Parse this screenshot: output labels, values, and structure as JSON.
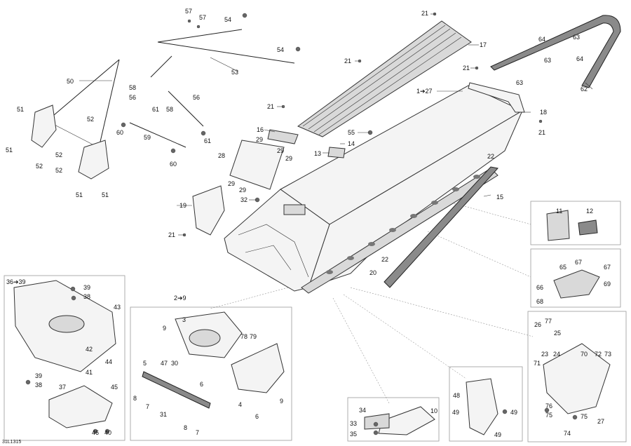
{
  "drawing_ref": "31L1315",
  "callouts": [
    {
      "text": "57"
    },
    {
      "text": "57"
    },
    {
      "text": "54"
    },
    {
      "text": "54"
    },
    {
      "text": "53"
    },
    {
      "text": "50"
    },
    {
      "text": "58"
    },
    {
      "text": "56"
    },
    {
      "text": "56"
    },
    {
      "text": "61"
    },
    {
      "text": "58"
    },
    {
      "text": "60"
    },
    {
      "text": "59"
    },
    {
      "text": "61"
    },
    {
      "text": "60"
    },
    {
      "text": "51"
    },
    {
      "text": "51"
    },
    {
      "text": "52"
    },
    {
      "text": "52"
    },
    {
      "text": "52"
    },
    {
      "text": "52"
    },
    {
      "text": "51"
    },
    {
      "text": "51"
    },
    {
      "text": "21"
    },
    {
      "text": "17"
    },
    {
      "text": "21"
    },
    {
      "text": "1➔27"
    },
    {
      "text": "21"
    },
    {
      "text": "16"
    },
    {
      "text": "55"
    },
    {
      "text": "14"
    },
    {
      "text": "13"
    },
    {
      "text": "28"
    },
    {
      "text": "29"
    },
    {
      "text": "29"
    },
    {
      "text": "29"
    },
    {
      "text": "29"
    },
    {
      "text": "29"
    },
    {
      "text": "32"
    },
    {
      "text": "19"
    },
    {
      "text": "21"
    },
    {
      "text": "64"
    },
    {
      "text": "63"
    },
    {
      "text": "63"
    },
    {
      "text": "64"
    },
    {
      "text": "21"
    },
    {
      "text": "63"
    },
    {
      "text": "62"
    },
    {
      "text": "18"
    },
    {
      "text": "21"
    },
    {
      "text": "22"
    },
    {
      "text": "15"
    },
    {
      "text": "22"
    },
    {
      "text": "20"
    },
    {
      "text": "11"
    },
    {
      "text": "12"
    },
    {
      "text": "65"
    },
    {
      "text": "67"
    },
    {
      "text": "67"
    },
    {
      "text": "66"
    },
    {
      "text": "69"
    },
    {
      "text": "68"
    },
    {
      "text": "36➔39"
    },
    {
      "text": "39"
    },
    {
      "text": "38"
    },
    {
      "text": "43"
    },
    {
      "text": "42"
    },
    {
      "text": "41"
    },
    {
      "text": "44"
    },
    {
      "text": "39"
    },
    {
      "text": "38"
    },
    {
      "text": "37"
    },
    {
      "text": "45"
    },
    {
      "text": "46"
    },
    {
      "text": "40"
    },
    {
      "text": "2➔9"
    },
    {
      "text": "3"
    },
    {
      "text": "9"
    },
    {
      "text": "78"
    },
    {
      "text": "79"
    },
    {
      "text": "5"
    },
    {
      "text": "47"
    },
    {
      "text": "30"
    },
    {
      "text": "6"
    },
    {
      "text": "8"
    },
    {
      "text": "7"
    },
    {
      "text": "31"
    },
    {
      "text": "4"
    },
    {
      "text": "9"
    },
    {
      "text": "6"
    },
    {
      "text": "8"
    },
    {
      "text": "7"
    },
    {
      "text": "34"
    },
    {
      "text": "10"
    },
    {
      "text": "33"
    },
    {
      "text": "35"
    },
    {
      "text": "48"
    },
    {
      "text": "49"
    },
    {
      "text": "49"
    },
    {
      "text": "49"
    },
    {
      "text": "26"
    },
    {
      "text": "77"
    },
    {
      "text": "25"
    },
    {
      "text": "23"
    },
    {
      "text": "24"
    },
    {
      "text": "70"
    },
    {
      "text": "72"
    },
    {
      "text": "73"
    },
    {
      "text": "71"
    },
    {
      "text": "76"
    },
    {
      "text": "75"
    },
    {
      "text": "75"
    },
    {
      "text": "27"
    },
    {
      "text": "74"
    }
  ]
}
